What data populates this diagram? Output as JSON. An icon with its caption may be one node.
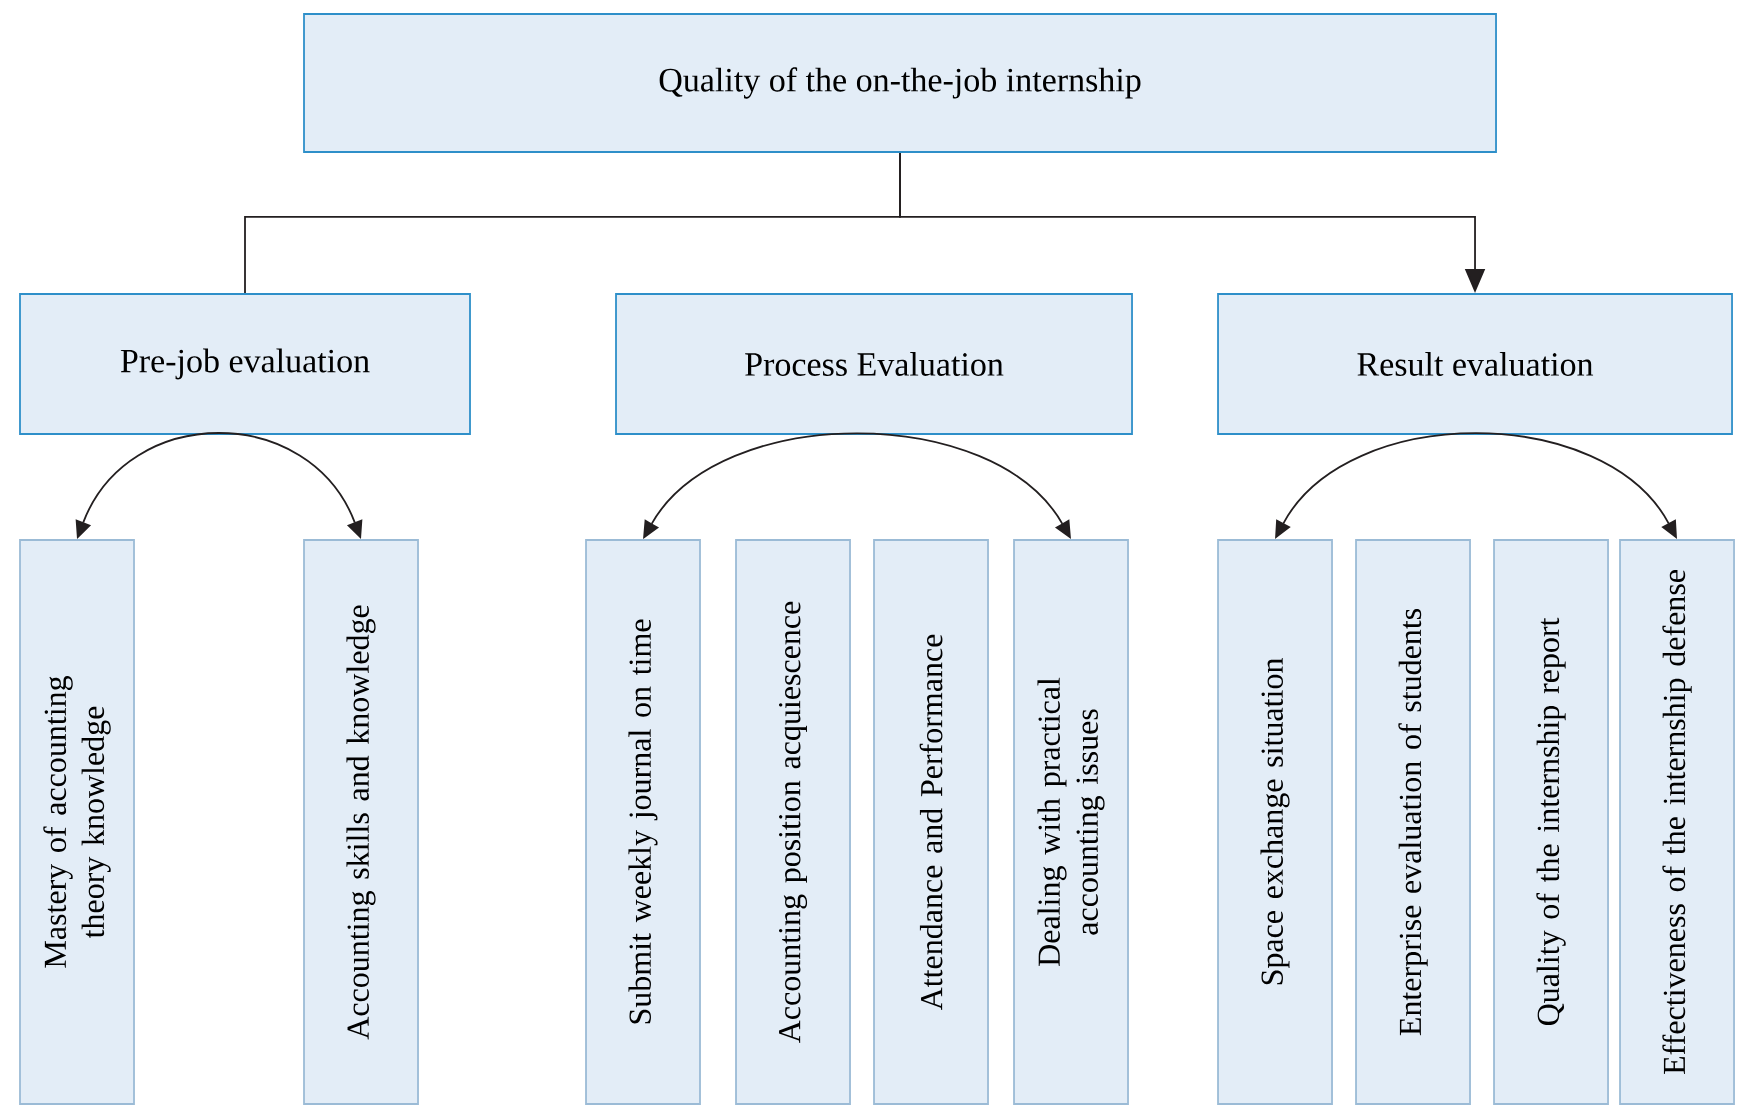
{
  "diagram": {
    "nodes": [
      {
        "text": [
          "Quality of the on-the-job internship"
        ]
      },
      {
        "text": [
          "Pre-job evaluation"
        ]
      },
      {
        "text": [
          "Process Evaluation"
        ]
      },
      {
        "text": [
          "Result evaluation"
        ]
      },
      {
        "text": [
          "Mastery of accounting theory knowledge"
        ]
      },
      {
        "text": [
          "Accounting skills and knowledge"
        ]
      },
      {
        "text": [
          "Submit weekly journal on time"
        ]
      },
      {
        "text": [
          "Accounting position acquiescence"
        ]
      },
      {
        "text": [
          "Attendance and Performance"
        ]
      },
      {
        "text": [
          "Dealing with practical accounting issues"
        ]
      },
      {
        "text": [
          "Space exchange situation"
        ]
      },
      {
        "text": [
          "Enterprise evaluation of students"
        ]
      },
      {
        "text": [
          "Quality of the internship report"
        ]
      },
      {
        "text": [
          "Effectiveness of the internship defense"
        ]
      }
    ],
    "edges": [
      {
        "from": 0,
        "to": 1,
        "arrow": "none"
      },
      {
        "from": 0,
        "to": 3,
        "arrow": "to"
      },
      {
        "from": 4,
        "to": 5,
        "arrow": "both"
      },
      {
        "from": 6,
        "to": 9,
        "arrow": "both"
      },
      {
        "from": 10,
        "to": 13,
        "arrow": "both"
      }
    ]
  }
}
